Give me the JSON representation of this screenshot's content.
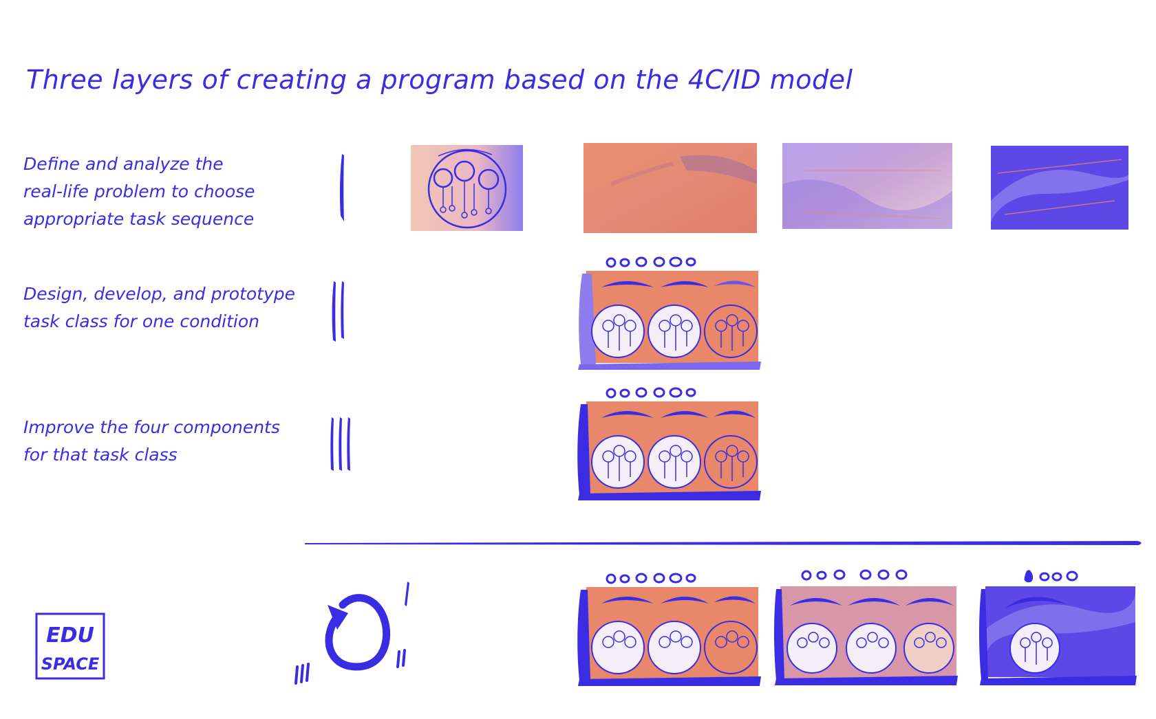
{
  "title": "Three layers of creating a program based on the 4C/ID model",
  "layers": [
    {
      "numeral": "I",
      "lines": [
        "Define and analyze the",
        "real-life problem to choose",
        "appropriate task sequence"
      ]
    },
    {
      "numeral": "II",
      "lines": [
        "Design, develop, and prototype",
        "task class for one condition"
      ]
    },
    {
      "numeral": "III",
      "lines": [
        "Improve the four components",
        "for that task class"
      ]
    }
  ],
  "cycle_numerals": [
    "I",
    "II",
    "III"
  ],
  "logo": {
    "line1": "EDU",
    "line2": "SPACE"
  },
  "colors": {
    "ink": "#3a2ce2",
    "orange": "#e8876a",
    "lavender": "#b9a3ee",
    "violet": "#6a55e8",
    "cream": "#f3eef8"
  }
}
